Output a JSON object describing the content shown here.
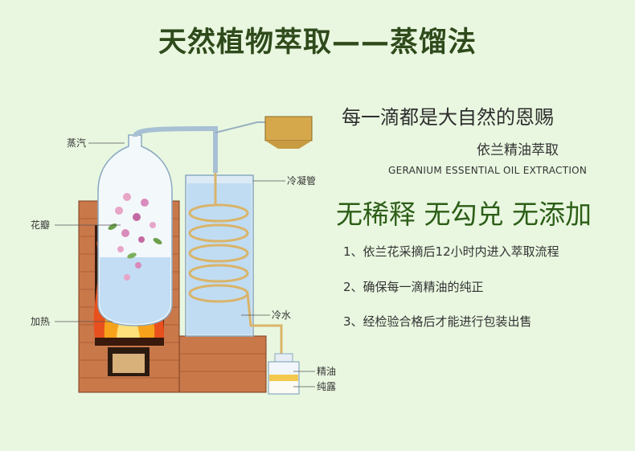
{
  "title": "天然植物萃取——蒸馏法",
  "tagline": "每一滴都是大自然的恩赐",
  "subtitle_cn": "依兰精油萃取",
  "subtitle_en": "GERANIUM ESSENTIAL OIL EXTRACTION",
  "slogan": "无稀释 无勾兑 无添加",
  "steps": [
    "1、依兰花采摘后12小时内进入萃取流程",
    "2、确保每一滴精油的纯正",
    "3、经检验合格后才能进行包装出售"
  ],
  "diagram_labels": {
    "steam": "蒸汽",
    "condenser": "冷凝管",
    "petals": "花瓣",
    "cold_water": "冷水",
    "heating": "加热",
    "essential_oil": "精油",
    "hydrosol": "纯露"
  },
  "colors": {
    "background": "#e9f7e0",
    "title": "#2f4a1b",
    "slogan": "#2c5e17",
    "brick": "#c8764a",
    "water": "#b9d8f2",
    "fire": "#e8501e",
    "copper": "#d9b46a"
  }
}
